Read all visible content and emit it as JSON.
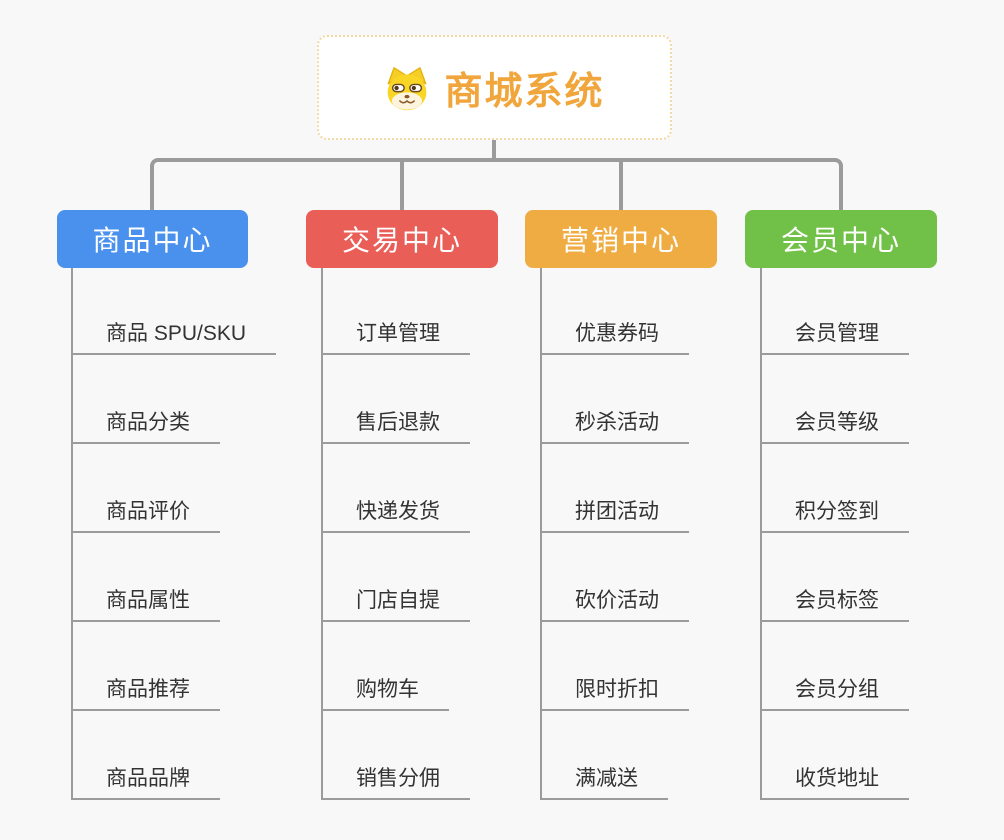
{
  "root": {
    "title": "商城系统",
    "icon": "dog-face",
    "title_color": "#f0a63c",
    "border_color": "#f3d9a6"
  },
  "connector_color": "#9b9b9b",
  "branches": [
    {
      "label": "商品中心",
      "color": "#4a91ee",
      "children": [
        "商品 SPU/SKU",
        "商品分类",
        "商品评价",
        "商品属性",
        "商品推荐",
        "商品品牌"
      ]
    },
    {
      "label": "交易中心",
      "color": "#e95f58",
      "children": [
        "订单管理",
        "售后退款",
        "快递发货",
        "门店自提",
        "购物车",
        "销售分佣"
      ]
    },
    {
      "label": "营销中心",
      "color": "#efac42",
      "children": [
        "优惠券码",
        "秒杀活动",
        "拼团活动",
        "砍价活动",
        "限时折扣",
        "满减送"
      ]
    },
    {
      "label": "会员中心",
      "color": "#71c047",
      "children": [
        "会员管理",
        "会员等级",
        "积分签到",
        "会员标签",
        "会员分组",
        "收货地址"
      ]
    }
  ]
}
